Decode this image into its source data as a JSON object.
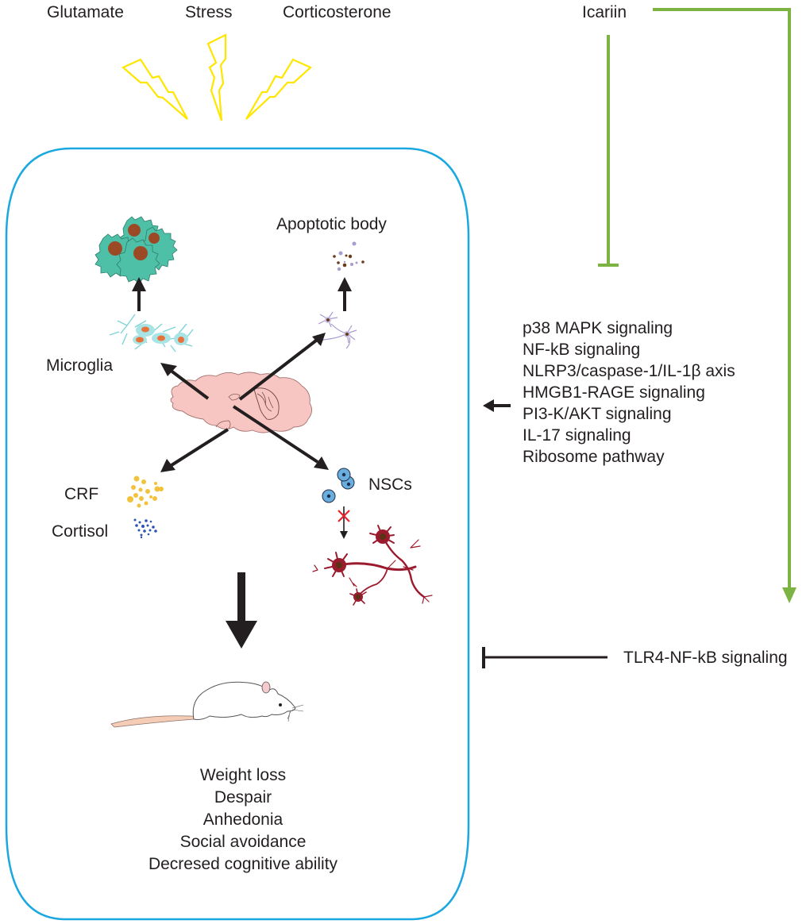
{
  "triggers": {
    "glutamate": "Glutamate",
    "stress": "Stress",
    "corticosterone": "Corticosterone"
  },
  "drug": {
    "name": "Icariin",
    "color": "#7cb342"
  },
  "frame": {
    "color": "#1ba8e0"
  },
  "cells": {
    "microglia": "Microglia",
    "apoptotic_body": "Apoptotic body",
    "crf": "CRF",
    "cortisol": "Cortisol",
    "nscs": "NSCs"
  },
  "pathways": [
    "p38 MAPK signaling",
    "NF-kB signaling",
    "NLRP3/caspase-1/IL-1β axis",
    "HMGB1-RAGE signaling",
    "PI3-K/AKT signaling",
    "IL-17 signaling",
    "Ribosome pathway"
  ],
  "tlr4": "TLR4-NF-kB signaling",
  "outcomes": [
    "Weight loss",
    "Despair",
    "Anhedonia",
    "Social avoidance",
    "Decresed cognitive ability"
  ],
  "colors": {
    "lightning": "#ffe600",
    "inhibition_mark": "#e8222a"
  }
}
